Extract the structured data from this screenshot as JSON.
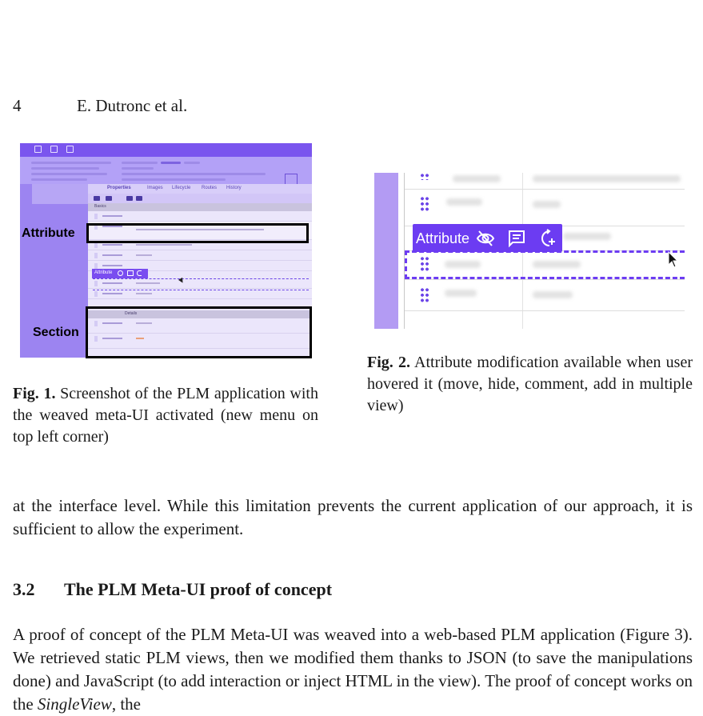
{
  "header": {
    "page_number": "4",
    "authors": "E. Dutronc et al."
  },
  "figure1": {
    "tabs": [
      "Properties",
      "Images",
      "Lifecycle",
      "Routes",
      "History"
    ],
    "section_basics": "Basics",
    "section_details": "Details",
    "chip_label": "Attribute",
    "callout_attribute": "Attribute",
    "callout_section": "Section",
    "colors": {
      "primary": "#7a55ee",
      "band": "#b3a1f7",
      "highlight": "#000000"
    },
    "caption_label": "Fig. 1.",
    "caption_text": " Screenshot of the PLM application with the weaved meta-UI activated (new menu on top left corner)"
  },
  "figure2": {
    "chip_label": "Attribute",
    "icons": [
      "eye-off-icon",
      "comment-icon",
      "add-view-icon"
    ],
    "colors": {
      "accent": "#6c3cf2",
      "sidebar": "#b39bf3"
    },
    "caption_label": "Fig. 2.",
    "caption_text": " Attribute modification available when user hovered it (move, hide, comment, add in multiple view)"
  },
  "para1": "at the interface level. While this limitation prevents the current application of our approach, it is sufficient to allow the experiment.",
  "section": {
    "number": "3.2",
    "title": "The PLM Meta-UI proof of concept"
  },
  "para2": {
    "text": "A proof of concept of the PLM Meta-UI was weaved into a web-based PLM application (Figure 3). We retrieved static PLM views, then we modified them thanks to JSON (to save the manipulations done) and JavaScript (to add interaction or inject HTML in the view). The proof of concept works on the ",
    "italic": "SingleView",
    "tail": ", the"
  }
}
